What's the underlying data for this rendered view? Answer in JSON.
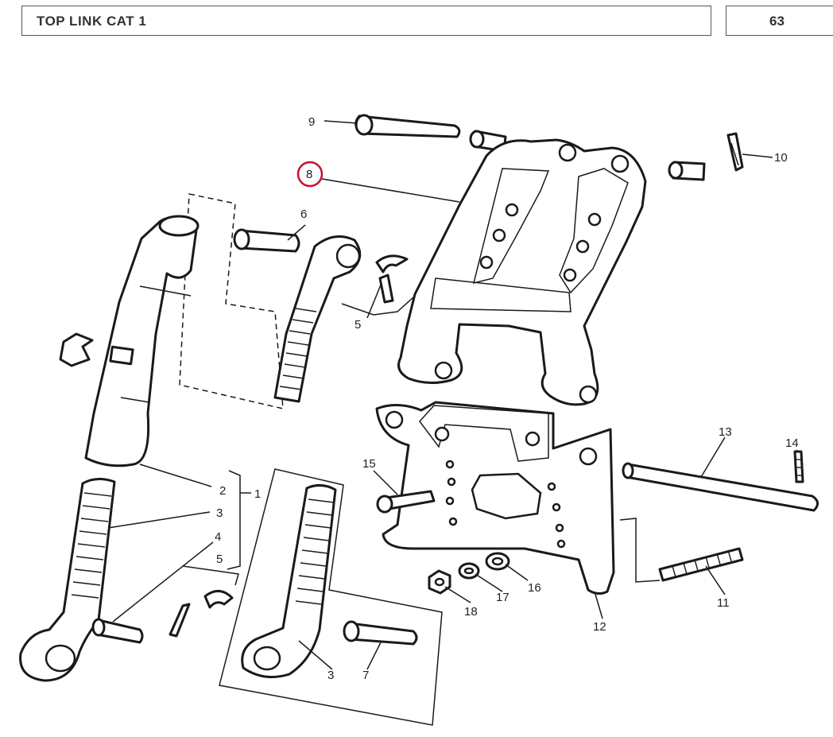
{
  "header": {
    "title": "TOP LINK CAT 1",
    "page_number": "63"
  },
  "diagram": {
    "highlighted_callout": "8",
    "highlight_color": "#c8102e",
    "callouts": [
      {
        "id": "c9",
        "text": "9"
      },
      {
        "id": "c10",
        "text": "10"
      },
      {
        "id": "c8",
        "text": "8"
      },
      {
        "id": "c6",
        "text": "6"
      },
      {
        "id": "c5a",
        "text": "5"
      },
      {
        "id": "c2",
        "text": "2"
      },
      {
        "id": "c1",
        "text": "1"
      },
      {
        "id": "c3a",
        "text": "3"
      },
      {
        "id": "c4",
        "text": "4"
      },
      {
        "id": "c5b",
        "text": "5"
      },
      {
        "id": "c15",
        "text": "15"
      },
      {
        "id": "c13",
        "text": "13"
      },
      {
        "id": "c14",
        "text": "14"
      },
      {
        "id": "c16",
        "text": "16"
      },
      {
        "id": "c17",
        "text": "17"
      },
      {
        "id": "c18",
        "text": "18"
      },
      {
        "id": "c11",
        "text": "11"
      },
      {
        "id": "c12",
        "text": "12"
      },
      {
        "id": "c3b",
        "text": "3"
      },
      {
        "id": "c7",
        "text": "7"
      }
    ]
  }
}
